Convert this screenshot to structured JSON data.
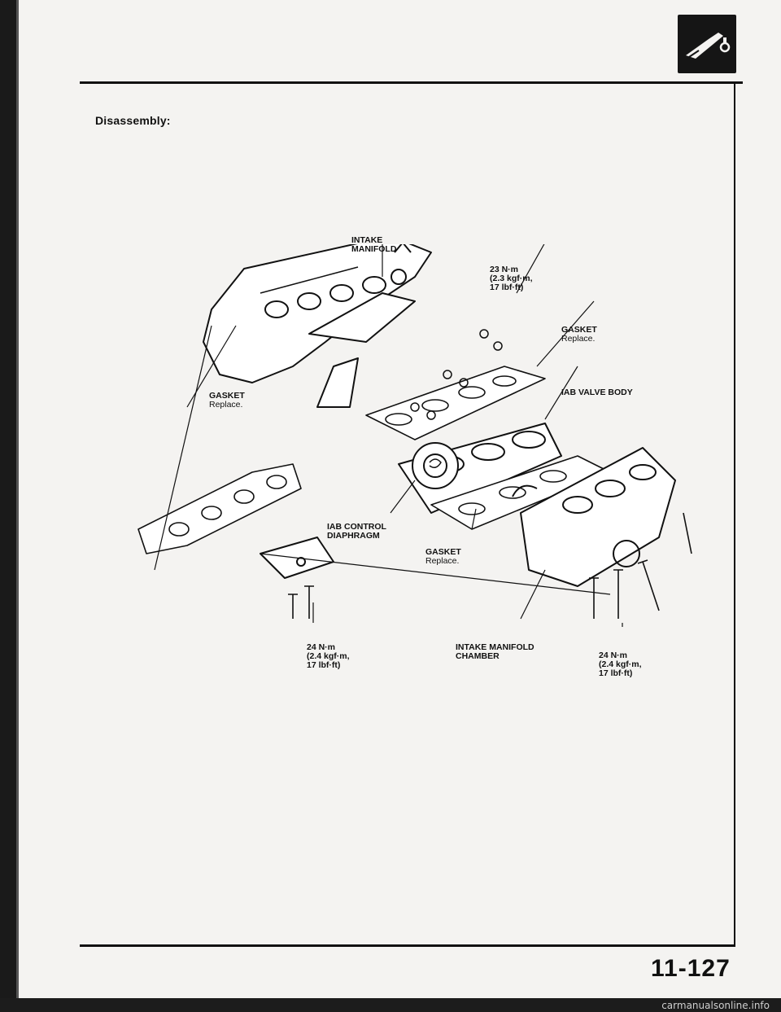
{
  "page": {
    "section_heading": "Disassembly:",
    "page_number": "11-127",
    "watermark": "carmanualsonline.info",
    "badge_icon": "intake-manifold-section-icon"
  },
  "labels": {
    "intake_manifold": {
      "line1": "INTAKE",
      "line2": "MANIFOLD"
    },
    "torque_top": {
      "line1": "23 N·m",
      "line2": "(2.3 kgf·m,",
      "line3": "17 lbf·ft)"
    },
    "gasket_right": {
      "title": "GASKET",
      "note": "Replace."
    },
    "iab_valve_body": "IAB VALVE BODY",
    "gasket_left": {
      "title": "GASKET",
      "note": "Replace."
    },
    "iab_control_diaphragm": {
      "line1": "IAB CONTROL",
      "line2": "DIAPHRAGM"
    },
    "gasket_center": {
      "title": "GASKET",
      "note": "Replace."
    },
    "torque_bottom_left": {
      "line1": "24 N·m",
      "line2": "(2.4 kgf·m,",
      "line3": "17 lbf·ft)"
    },
    "intake_manifold_chamber": {
      "line1": "INTAKE MANIFOLD",
      "line2": "CHAMBER"
    },
    "torque_bottom_right": {
      "line1": "24 N·m",
      "line2": "(2.4 kgf·m,",
      "line3": "17 lbf·ft)"
    }
  },
  "colors": {
    "ink": "#111111",
    "paper": "#f4f3f1",
    "binding": "#1a1a1a"
  }
}
